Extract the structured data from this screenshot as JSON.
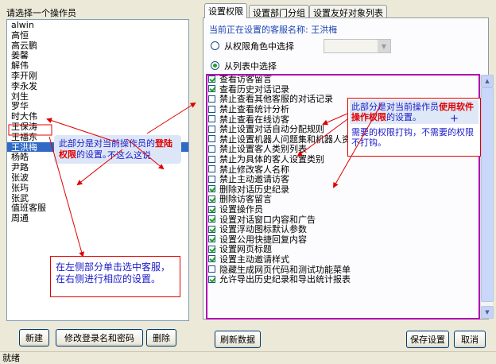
{
  "left_panel": {
    "label": "请选择一个操作员",
    "operators": [
      "alwin",
      "高恒",
      "高云鹏",
      "姜馨",
      "解伟",
      "李开刚",
      "李永发",
      "刘生",
      "罗华",
      "时大伟",
      "王保涛",
      "王福东",
      "王洪梅",
      "杨皓",
      "尹路",
      "张波",
      "张玙",
      "张武",
      "值班客服",
      "周通"
    ],
    "selected_index": 12
  },
  "buttons": {
    "new": "新建",
    "edit_login": "修改登录名和密码",
    "delete": "删除",
    "refresh": "刷新数据",
    "save": "保存设置",
    "cancel": "取消"
  },
  "tabs": [
    "设置权限",
    "设置部门分组",
    "设置友好对象列表"
  ],
  "active_tab": 0,
  "current_name_prefix": "当前正在设置的客服名称: ",
  "current_name": "王洪梅",
  "radio_role": {
    "label": "从权限角色中选择",
    "checked": false
  },
  "radio_list": {
    "label": "从列表中选择",
    "checked": true
  },
  "permissions": [
    {
      "label": "查看访客留言",
      "checked": true
    },
    {
      "label": "查看历史对话记录",
      "checked": true
    },
    {
      "label": "禁止查看其他客服的对话记录",
      "checked": false
    },
    {
      "label": "禁止查看统计分析",
      "checked": false
    },
    {
      "label": "禁止查看在线访客",
      "checked": false
    },
    {
      "label": "禁止设置对话自动分配规则",
      "checked": false
    },
    {
      "label": "禁止设置机器人问题集和机器人资料",
      "checked": false
    },
    {
      "label": "禁止设置客人类别列表",
      "checked": false
    },
    {
      "label": "禁止为具体的客人设置类别",
      "checked": false
    },
    {
      "label": "禁止修改客人名称",
      "checked": false
    },
    {
      "label": "禁止主动邀请访客",
      "checked": false
    },
    {
      "label": "删除对话历史纪录",
      "checked": true
    },
    {
      "label": "删除访客留言",
      "checked": true
    },
    {
      "label": "设置操作员",
      "checked": true
    },
    {
      "label": "设置对话窗口内容和广告",
      "checked": true
    },
    {
      "label": "设置浮动图标默认参数",
      "checked": true
    },
    {
      "label": "设置公用快捷回复内容",
      "checked": true
    },
    {
      "label": "设置网页标题",
      "checked": true
    },
    {
      "label": "设置主动邀请样式",
      "checked": true
    },
    {
      "label": "隐藏生成网页代码和测试功能菜单",
      "checked": false
    },
    {
      "label": "允许导出历史纪录和导出统计报表",
      "checked": true
    }
  ],
  "annotations": {
    "left_note_a": "此部分是对当前操作员的",
    "left_note_hl": "登陆权限",
    "left_note_b": "的设置。",
    "left_note_overlap": "不这么这说",
    "right_note_a": "此部分是对当前操作员",
    "right_note_hl": "使用软件操作权限",
    "right_note_b": "的设置。",
    "right_note_2": "需要的权限打钩，不需要的权限不打钩。",
    "bottom_note": "在左侧部分单击选中客服，在右侧进行相应的设置。"
  },
  "status_text": "就绪",
  "colors": {
    "annotation_red": "#e00000",
    "annotation_blue": "#1c1cc8",
    "annotation_magenta": "#b000b0",
    "selection_blue": "#316ac5"
  }
}
